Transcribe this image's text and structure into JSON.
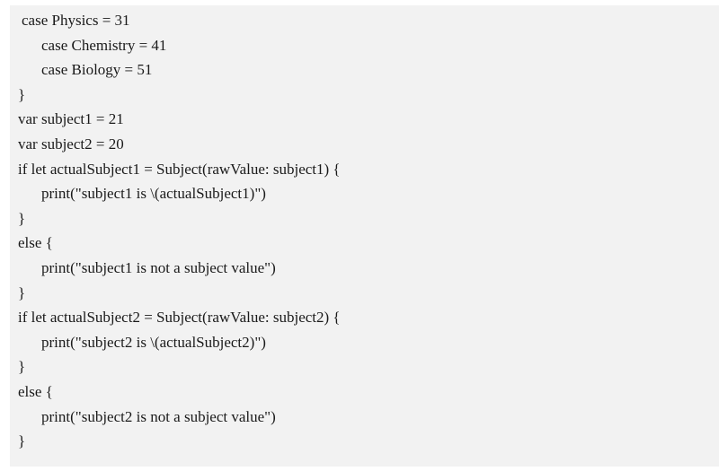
{
  "code": {
    "lines": [
      {
        "indent": 1,
        "text": "case Physics = 31"
      },
      {
        "indent": 2,
        "text": "case Chemistry = 41"
      },
      {
        "indent": 2,
        "text": "case Biology = 51"
      },
      {
        "indent": 0,
        "text": "}"
      },
      {
        "indent": 0,
        "text": "var subject1 = 21"
      },
      {
        "indent": 0,
        "text": "var subject2 = 20"
      },
      {
        "indent": 0,
        "text": "if let actualSubject1 = Subject(rawValue: subject1) {"
      },
      {
        "indent": 2,
        "text": "print(\"subject1 is \\(actualSubject1)\")"
      },
      {
        "indent": 0,
        "text": "}"
      },
      {
        "indent": 0,
        "text": "else {"
      },
      {
        "indent": 2,
        "text": "print(\"subject1 is not a subject value\")"
      },
      {
        "indent": 0,
        "text": "}"
      },
      {
        "indent": 0,
        "text": "if let actualSubject2 = Subject(rawValue: subject2) {"
      },
      {
        "indent": 2,
        "text": "print(\"subject2 is \\(actualSubject2)\")"
      },
      {
        "indent": 0,
        "text": "}"
      },
      {
        "indent": 0,
        "text": "else {"
      },
      {
        "indent": 2,
        "text": "print(\"subject2 is not a subject value\")"
      },
      {
        "indent": 0,
        "text": "}"
      }
    ]
  }
}
